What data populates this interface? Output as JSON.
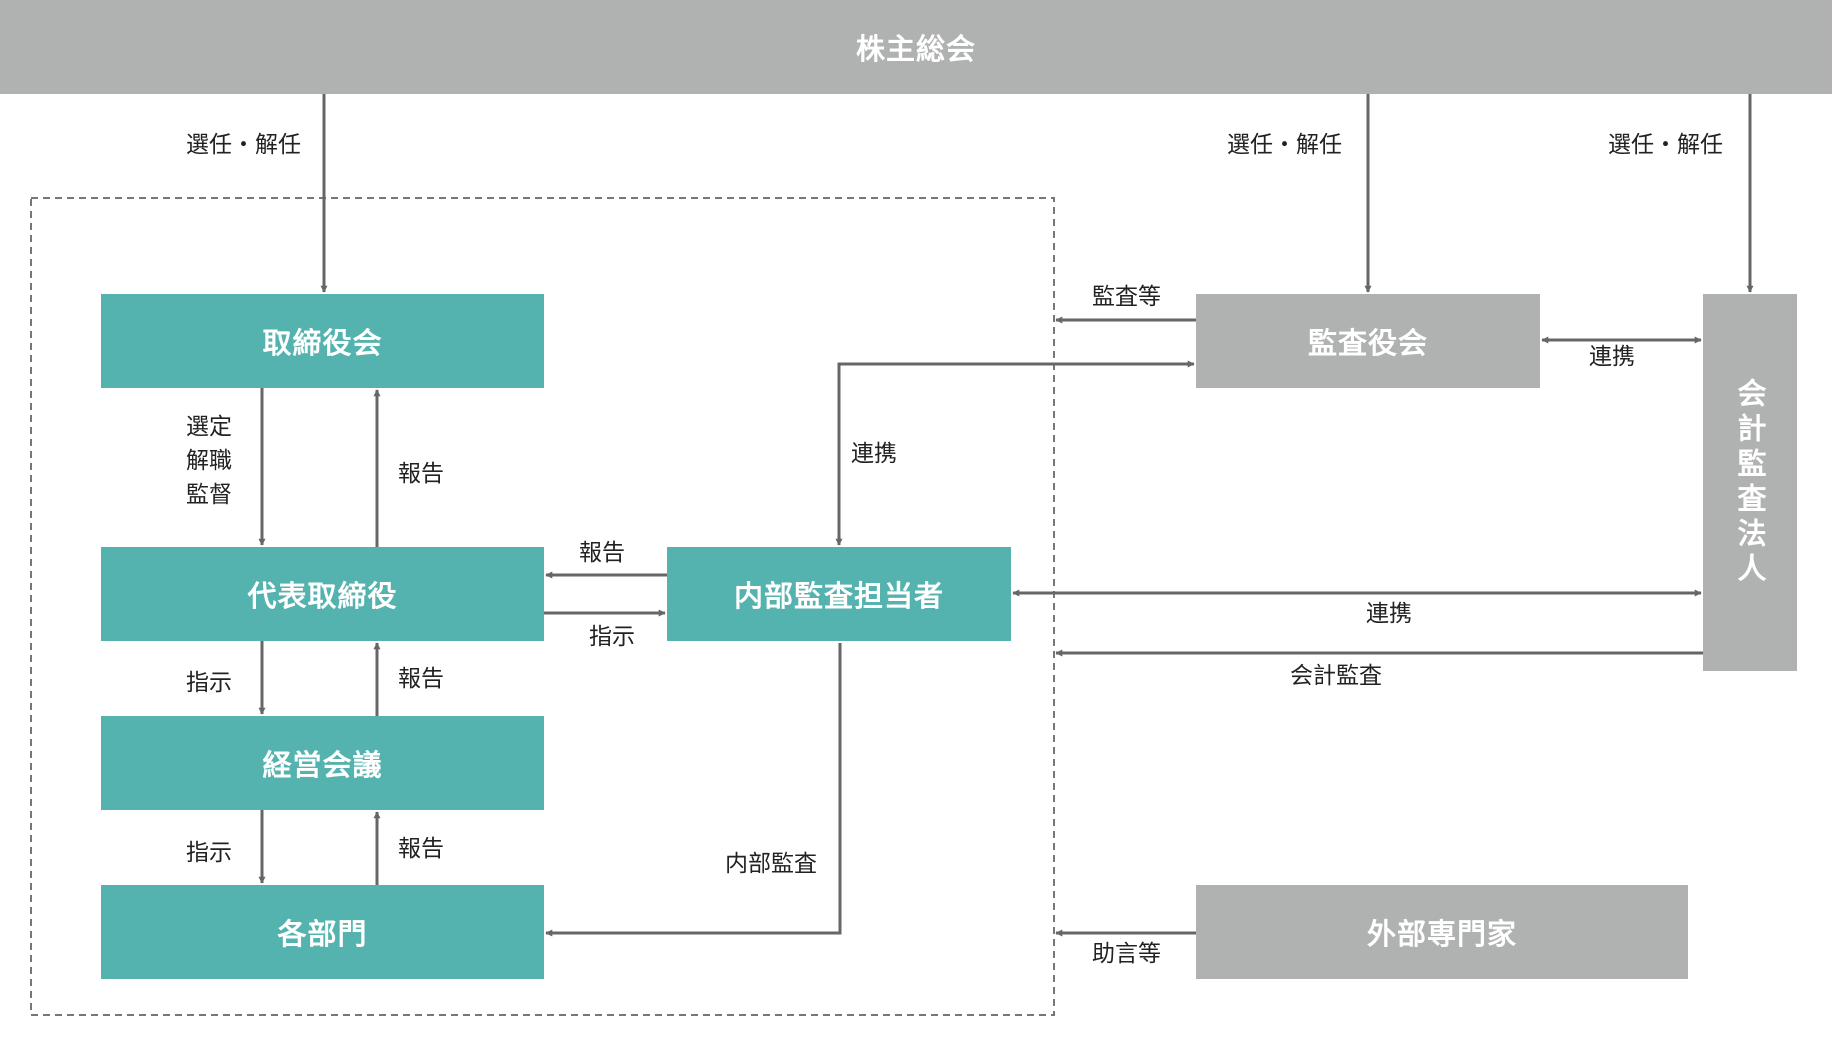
{
  "colors": {
    "teal": "#54b3ae",
    "gray": "#b0b1b1",
    "line": "#666666",
    "dashed": "#777777"
  },
  "boxes": {
    "shareholders": "株主総会",
    "board": "取締役会",
    "ceo": "代表取締役",
    "mgmt": "経営会議",
    "depts": "各部門",
    "internal_audit": "内部監査担当者",
    "auditors": "監査役会",
    "accounting_auditor": "会計監査法人",
    "experts": "外部専門家"
  },
  "labels": {
    "appoint_board": "選任・解任",
    "appoint_auditors": "選任・解任",
    "appoint_accounting": "選任・解任",
    "board_to_ceo": [
      "選定",
      "解職",
      "監督"
    ],
    "ceo_to_board": "報告",
    "ceo_to_mgmt": "指示",
    "mgmt_to_ceo": "報告",
    "mgmt_to_depts": "指示",
    "depts_to_mgmt": "報告",
    "ia_to_ceo": "報告",
    "ceo_to_ia": "指示",
    "ia_auditors_coop": "連携",
    "auditors_audit": "監査等",
    "auditors_accounting_coop": "連携",
    "ia_accounting_coop": "連携",
    "accounting_audit": "会計監査",
    "internal_audit_action": "内部監査",
    "expert_advice": "助言等"
  }
}
